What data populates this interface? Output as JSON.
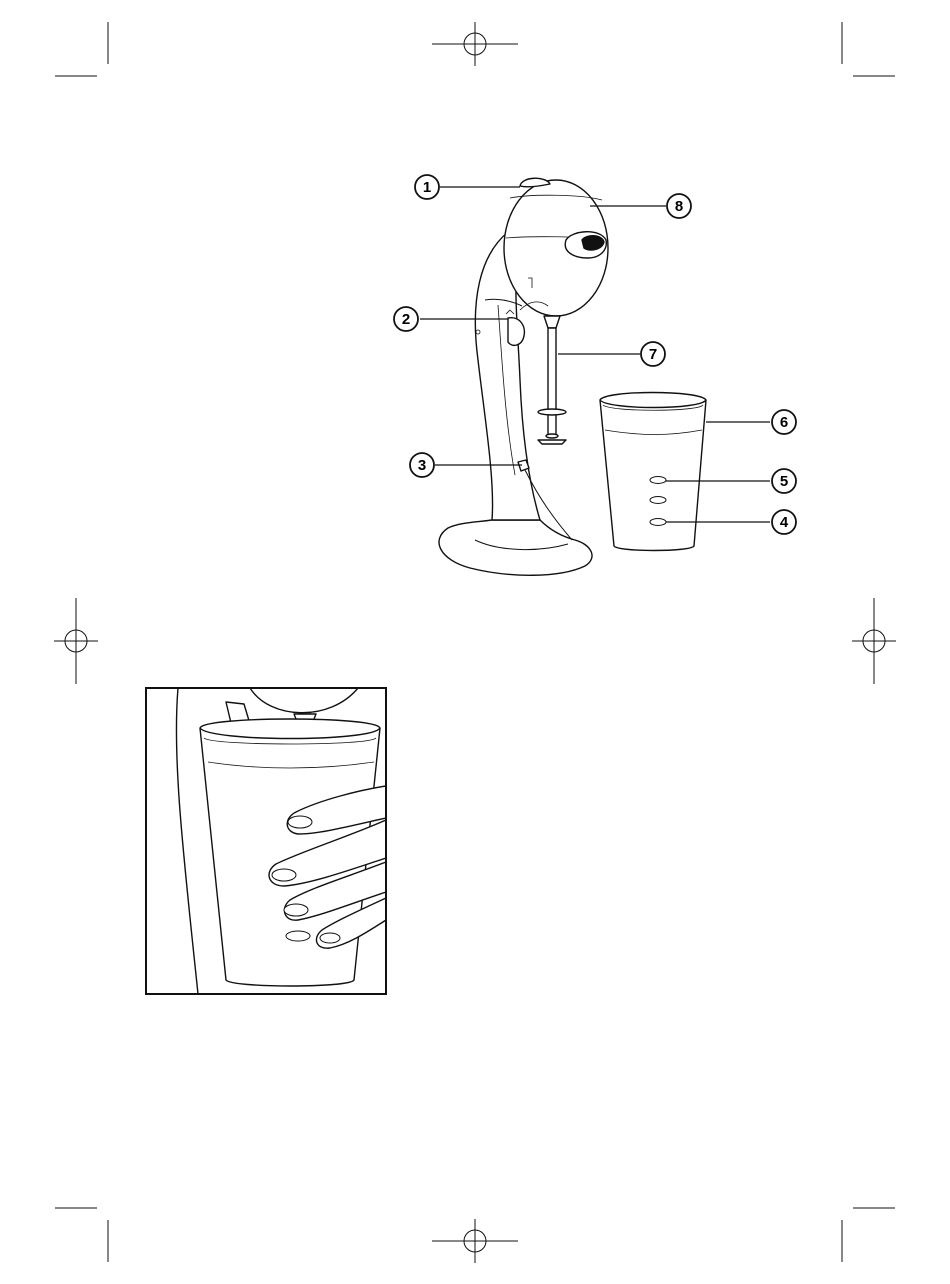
{
  "callouts": [
    {
      "id": "1",
      "label": "1"
    },
    {
      "id": "2",
      "label": "2"
    },
    {
      "id": "3",
      "label": "3"
    },
    {
      "id": "4",
      "label": "4"
    },
    {
      "id": "5",
      "label": "5"
    },
    {
      "id": "6",
      "label": "6"
    },
    {
      "id": "7",
      "label": "7"
    },
    {
      "id": "8",
      "label": "8"
    }
  ],
  "colors": {
    "ink": "#111111",
    "paper": "#ffffff",
    "shade": "#555555"
  }
}
